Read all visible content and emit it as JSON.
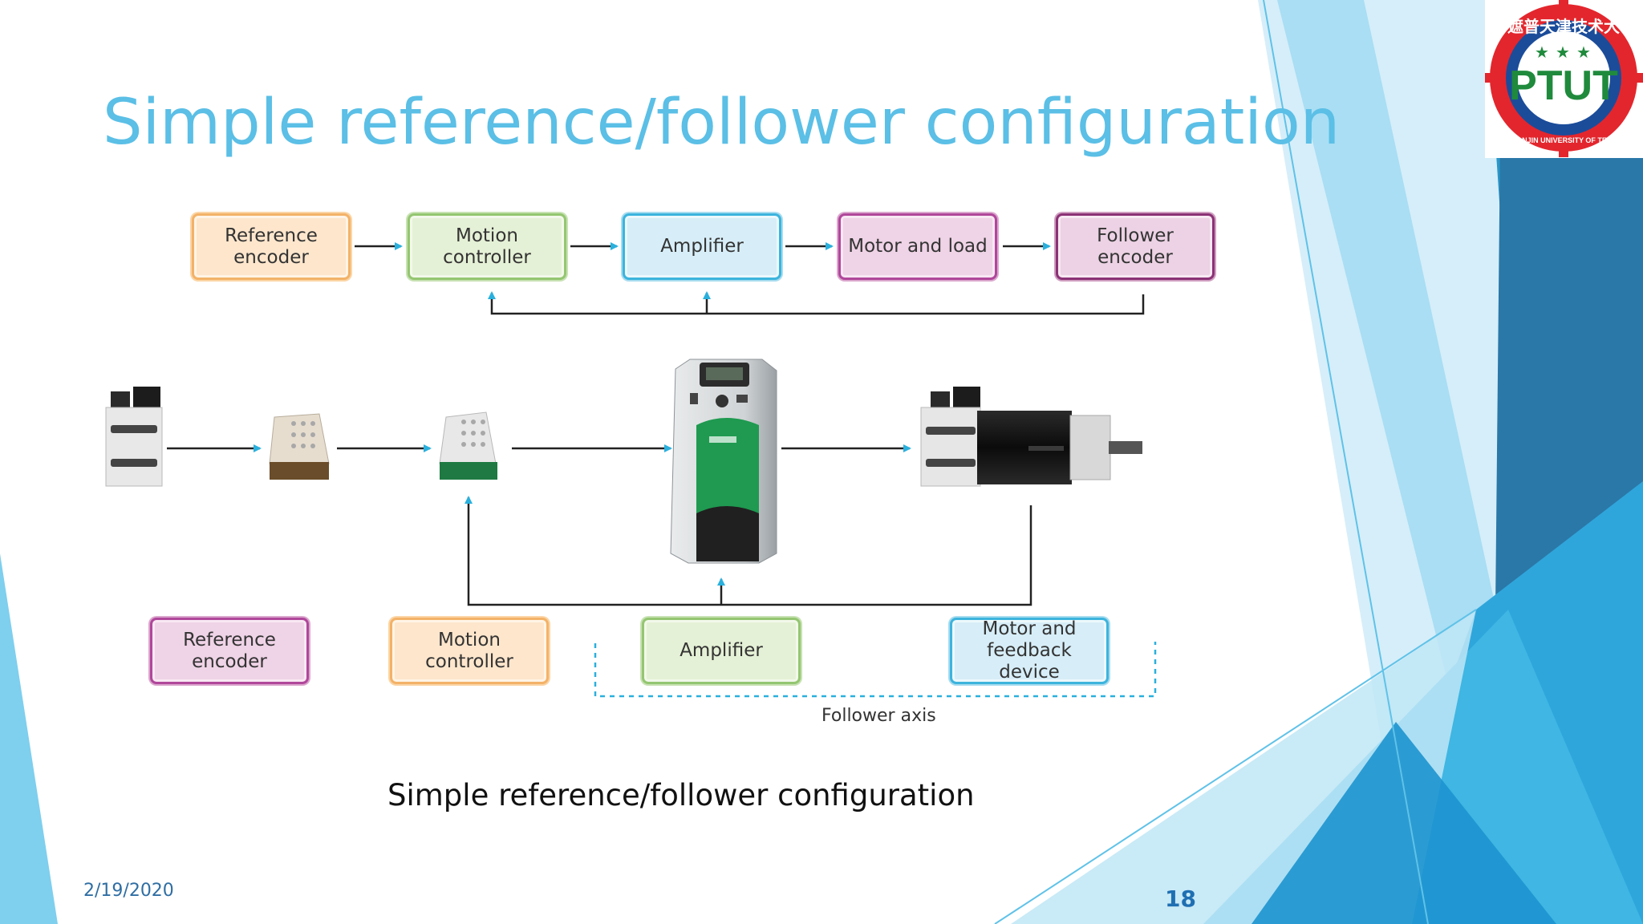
{
  "slide": {
    "title": "Simple reference/follower configuration",
    "caption": "Simple reference/follower configuration",
    "date": "2/19/2020",
    "page_number": "18"
  },
  "diagram": {
    "top_row": [
      {
        "label": "Reference\nencoder",
        "color": "orange"
      },
      {
        "label": "Motion\ncontroller",
        "color": "green"
      },
      {
        "label": "Amplifier",
        "color": "blue"
      },
      {
        "label": "Motor and load",
        "color": "pink"
      },
      {
        "label": "Follower\nencoder",
        "color": "pink-dark"
      }
    ],
    "bottom_row": [
      {
        "label": "Reference\nencoder",
        "color": "pink"
      },
      {
        "label": "Motion\ncontroller",
        "color": "orange"
      },
      {
        "label": "Amplifier",
        "color": "green"
      },
      {
        "label": "Motor and\nfeedback device",
        "color": "blue"
      }
    ],
    "follower_axis_label": "Follower axis"
  },
  "logo": {
    "text": "PTUT",
    "ring_text": "PUNJAB TIANJIN UNIVERSITY OF TECHNOLOGY",
    "top_text": "旁遮普天津技术大学"
  },
  "colors": {
    "title": "#5bbfe6",
    "arrow": "#2ab0dd",
    "line": "#222222",
    "logo_red": "#e3262d",
    "logo_blue": "#1b4c9a",
    "logo_green": "#1f8a3c"
  }
}
